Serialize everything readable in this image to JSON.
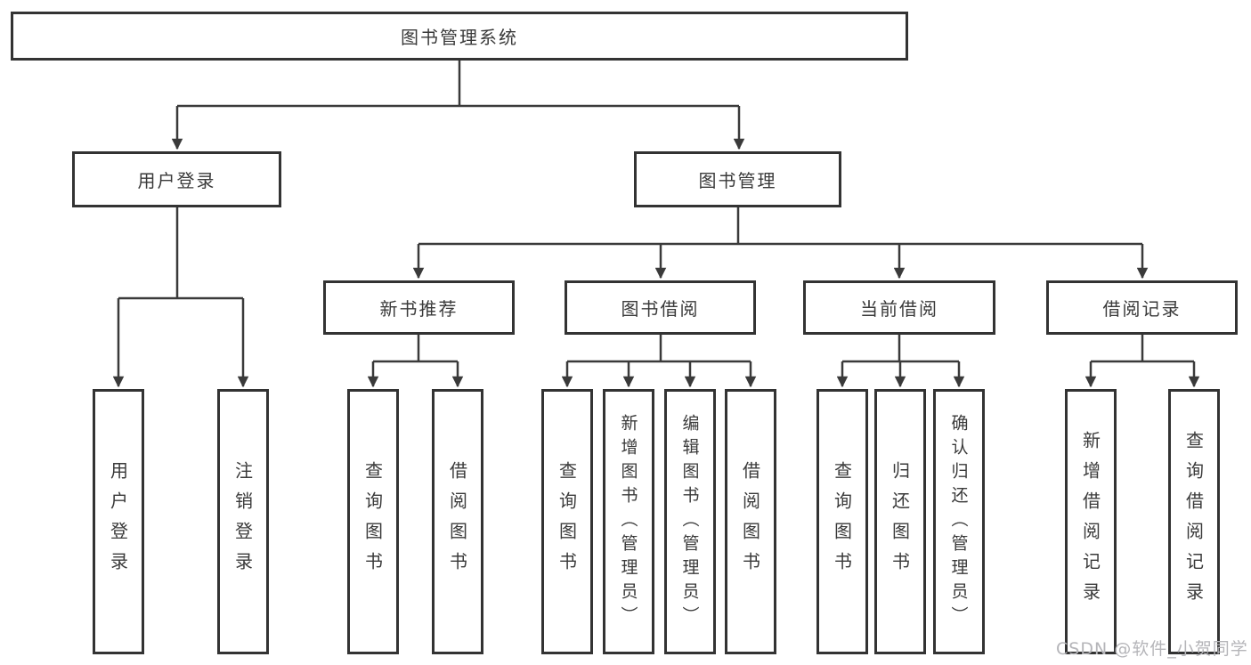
{
  "colors": {
    "line": "#3a3a3a",
    "border": "#333333",
    "text": "#3a3a3a",
    "bg": "#ffffff",
    "watermark": "#b5b5b9"
  },
  "watermark": "CSDN @软件_小贺同学",
  "tree": {
    "root": "图书管理系统",
    "branches": [
      {
        "label": "用户登录",
        "leaves": [
          "用户登录",
          "注销登录"
        ]
      },
      {
        "label": "图书管理",
        "groups": [
          {
            "label": "新书推荐",
            "leaves": [
              "查询图书",
              "借阅图书"
            ]
          },
          {
            "label": "图书借阅",
            "leaves": [
              "查询图书",
              "新增图书（管理员）",
              "编辑图书（管理员）",
              "借阅图书"
            ]
          },
          {
            "label": "当前借阅",
            "leaves": [
              "查询图书",
              "归还图书",
              "确认归还（管理员）"
            ]
          },
          {
            "label": "借阅记录",
            "leaves": [
              "新增借阅记录",
              "查询借阅记录"
            ]
          }
        ]
      }
    ]
  }
}
